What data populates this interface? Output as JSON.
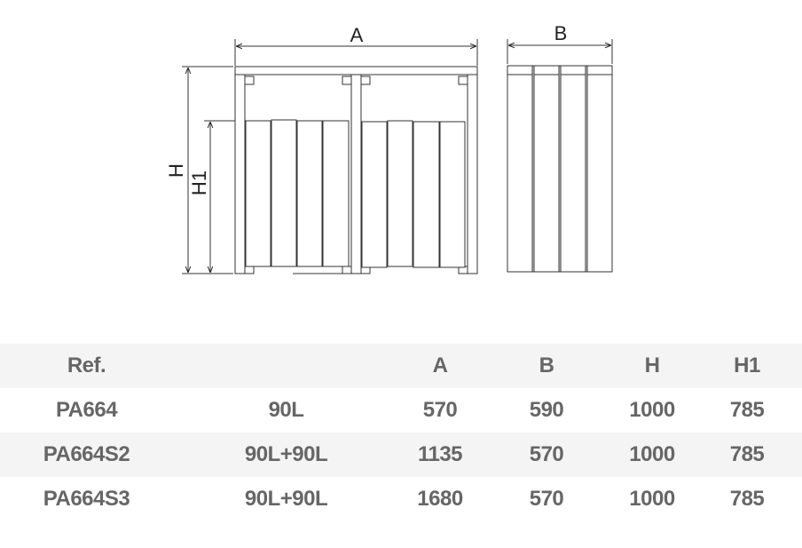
{
  "drawing": {
    "label_a": "A",
    "label_b": "B",
    "label_h": "H",
    "label_h1": "H1"
  },
  "table": {
    "headers": [
      "Ref.",
      "",
      "A",
      "B",
      "H",
      "H1"
    ],
    "rows": [
      [
        "PA664",
        "90L",
        "570",
        "590",
        "1000",
        "785"
      ],
      [
        "PA664S2",
        "90L+90L",
        "1135",
        "570",
        "1000",
        "785"
      ],
      [
        "PA664S3",
        "90L+90L",
        "1680",
        "570",
        "1000",
        "785"
      ]
    ]
  }
}
